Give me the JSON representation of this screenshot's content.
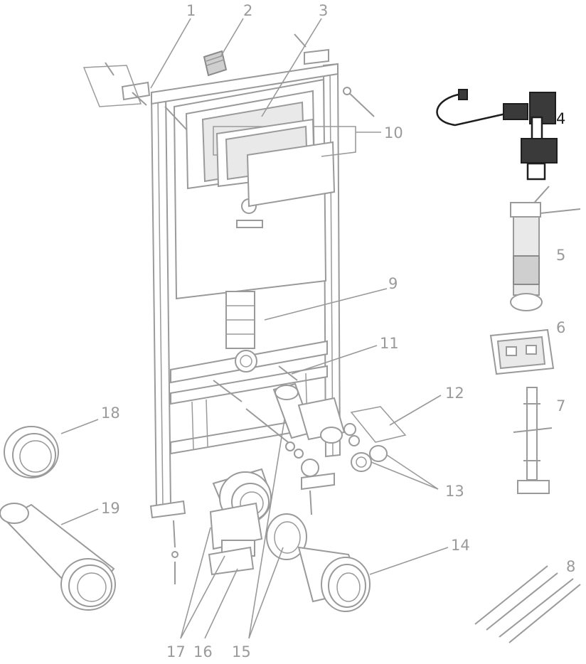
{
  "diagram": {
    "highlight_color": "#1e1e1e",
    "line_color": "#9a9a9a",
    "callouts": [
      {
        "id": "c1",
        "label": "1"
      },
      {
        "id": "c2",
        "label": "2"
      },
      {
        "id": "c3",
        "label": "3"
      },
      {
        "id": "c4",
        "label": "4"
      },
      {
        "id": "c5",
        "label": "5"
      },
      {
        "id": "c6",
        "label": "6"
      },
      {
        "id": "c7",
        "label": "7"
      },
      {
        "id": "c8",
        "label": "8"
      },
      {
        "id": "c9",
        "label": "9"
      },
      {
        "id": "c10",
        "label": "10"
      },
      {
        "id": "c11",
        "label": "11"
      },
      {
        "id": "c12",
        "label": "12"
      },
      {
        "id": "c13",
        "label": "13"
      },
      {
        "id": "c14",
        "label": "14"
      },
      {
        "id": "c15",
        "label": "15"
      },
      {
        "id": "c16",
        "label": "16"
      },
      {
        "id": "c17",
        "label": "17"
      },
      {
        "id": "c18",
        "label": "18"
      },
      {
        "id": "c19",
        "label": "19"
      }
    ]
  }
}
